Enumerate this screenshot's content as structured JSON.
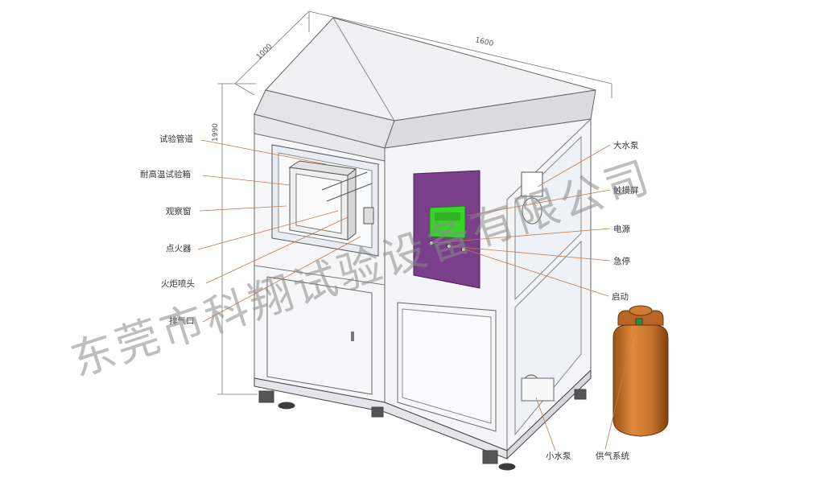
{
  "dimensions": {
    "width": "1600",
    "depth": "1000",
    "height": "1990"
  },
  "labels": {
    "test_pipe": "试验管道",
    "heat_box": "耐高温试验箱",
    "window": "观察窗",
    "igniter": "点火器",
    "nozzle": "火炬喷头",
    "exhaust": "排气口",
    "big_pump": "大水泵",
    "touchscreen": "触摸屏",
    "power": "电源",
    "estop": "急停",
    "start": "启动",
    "small_pump": "小水泵",
    "gas_system": "供气系统"
  },
  "watermark": "东莞市科翔试验设备有限公司",
  "colors": {
    "panel": "#f4f4f6",
    "outline": "#666666",
    "control_panel": "#7a3f8a",
    "screen": "#37d52a",
    "cylinder": "#c2702a"
  }
}
